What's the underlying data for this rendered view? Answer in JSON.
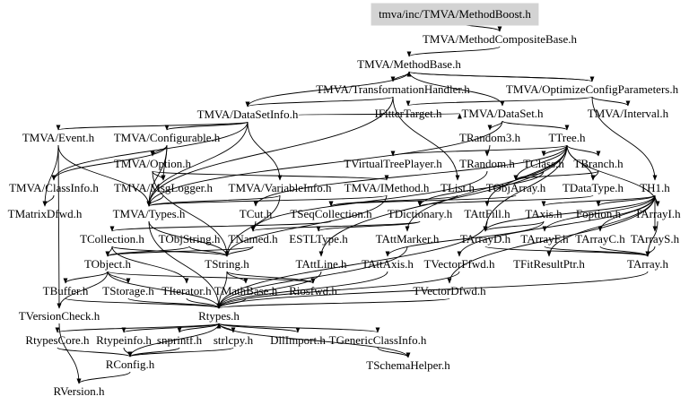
{
  "graph": {
    "root": "tmva/inc/TMVA/MethodBoost.h",
    "root_fill": "#d3d3d3",
    "nodes": [
      {
        "id": "root",
        "label": "tmva/inc/TMVA/MethodBoost.h"
      },
      {
        "id": "mcb",
        "label": "TMVA/MethodCompositeBase.h"
      },
      {
        "id": "mb",
        "label": "TMVA/MethodBase.h"
      },
      {
        "id": "th",
        "label": "TMVA/TransformationHandler.h"
      },
      {
        "id": "ocp",
        "label": "TMVA/OptimizeConfigParameters.h"
      },
      {
        "id": "dsi",
        "label": "TMVA/DataSetInfo.h"
      },
      {
        "id": "ift",
        "label": "IFitterTarget.h"
      },
      {
        "id": "ds",
        "label": "TMVA/DataSet.h"
      },
      {
        "id": "intv",
        "label": "TMVA/Interval.h"
      },
      {
        "id": "ev",
        "label": "TMVA/Event.h"
      },
      {
        "id": "conf",
        "label": "TMVA/Configurable.h"
      },
      {
        "id": "tr3",
        "label": "TRandom3.h"
      },
      {
        "id": "ttree",
        "label": "TTree.h"
      },
      {
        "id": "opt",
        "label": "TMVA/Option.h"
      },
      {
        "id": "tvtp",
        "label": "TVirtualTreePlayer.h"
      },
      {
        "id": "trand",
        "label": "TRandom.h"
      },
      {
        "id": "tclass",
        "label": "TClass.h"
      },
      {
        "id": "tbranch",
        "label": "TBranch.h"
      },
      {
        "id": "ci",
        "label": "TMVA/ClassInfo.h"
      },
      {
        "id": "msg",
        "label": "TMVA/MsgLogger.h"
      },
      {
        "id": "vi",
        "label": "TMVA/VariableInfo.h"
      },
      {
        "id": "im",
        "label": "TMVA/IMethod.h"
      },
      {
        "id": "tlist",
        "label": "TList.h"
      },
      {
        "id": "toa",
        "label": "TObjArray.h"
      },
      {
        "id": "tdt",
        "label": "TDataType.h"
      },
      {
        "id": "th1",
        "label": "TH1.h"
      },
      {
        "id": "tmdf",
        "label": "TMatrixDfwd.h"
      },
      {
        "id": "types",
        "label": "TMVA/Types.h"
      },
      {
        "id": "tcut",
        "label": "TCut.h"
      },
      {
        "id": "tseq",
        "label": "TSeqCollection.h"
      },
      {
        "id": "tdict",
        "label": "TDictionary.h"
      },
      {
        "id": "tafill",
        "label": "TAttFill.h"
      },
      {
        "id": "taxis",
        "label": "TAxis.h"
      },
      {
        "id": "fopt",
        "label": "Foption.h"
      },
      {
        "id": "tai",
        "label": "TArrayI.h"
      },
      {
        "id": "tcoll",
        "label": "TCollection.h"
      },
      {
        "id": "tos",
        "label": "TObjString.h"
      },
      {
        "id": "tnamed",
        "label": "TNamed.h"
      },
      {
        "id": "estl",
        "label": "ESTLType.h"
      },
      {
        "id": "tamark",
        "label": "TAttMarker.h"
      },
      {
        "id": "tad",
        "label": "TArrayD.h"
      },
      {
        "id": "taf",
        "label": "TArrayF.h"
      },
      {
        "id": "tac",
        "label": "TArrayC.h"
      },
      {
        "id": "tas",
        "label": "TArrayS.h"
      },
      {
        "id": "tobj",
        "label": "TObject.h"
      },
      {
        "id": "tstr",
        "label": "TString.h"
      },
      {
        "id": "taline",
        "label": "TAttLine.h"
      },
      {
        "id": "taaxis",
        "label": "TAttAxis.h"
      },
      {
        "id": "tvff",
        "label": "TVectorFfwd.h"
      },
      {
        "id": "tfrp",
        "label": "TFitResultPtr.h"
      },
      {
        "id": "tarr",
        "label": "TArray.h"
      },
      {
        "id": "tbuf",
        "label": "TBuffer.h"
      },
      {
        "id": "tstor",
        "label": "TStorage.h"
      },
      {
        "id": "titer",
        "label": "TIterator.h"
      },
      {
        "id": "tmath",
        "label": "TMathBase.h"
      },
      {
        "id": "rios",
        "label": "Riosfwd.h"
      },
      {
        "id": "tvdf",
        "label": "TVectorDfwd.h"
      },
      {
        "id": "tvc",
        "label": "TVersionCheck.h"
      },
      {
        "id": "rtypes",
        "label": "Rtypes.h"
      },
      {
        "id": "rtc",
        "label": "RtypesCore.h"
      },
      {
        "id": "rti",
        "label": "Rtypeinfo.h"
      },
      {
        "id": "snp",
        "label": "snprintf.h"
      },
      {
        "id": "strl",
        "label": "strlcpy.h"
      },
      {
        "id": "dll",
        "label": "DllImport.h"
      },
      {
        "id": "tgci",
        "label": "TGenericClassInfo.h"
      },
      {
        "id": "rconf",
        "label": "RConfig.h"
      },
      {
        "id": "tsh",
        "label": "TSchemaHelper.h"
      },
      {
        "id": "rver",
        "label": "RVersion.h"
      }
    ],
    "edges": [
      [
        "root",
        "mcb"
      ],
      [
        "mcb",
        "mb"
      ],
      [
        "mb",
        "th"
      ],
      [
        "mb",
        "ocp"
      ],
      [
        "mb",
        "ds"
      ],
      [
        "mb",
        "dsi"
      ],
      [
        "ocp",
        "mb"
      ],
      [
        "ocp",
        "intv"
      ],
      [
        "ocp",
        "ift"
      ],
      [
        "ocp",
        "th1"
      ],
      [
        "th",
        "dsi"
      ],
      [
        "th",
        "types"
      ],
      [
        "th",
        "tlist"
      ],
      [
        "dsi",
        "ev"
      ],
      [
        "dsi",
        "conf"
      ],
      [
        "dsi",
        "ci"
      ],
      [
        "dsi",
        "vi"
      ],
      [
        "dsi",
        "ds"
      ],
      [
        "dsi",
        "types"
      ],
      [
        "ds",
        "ttree"
      ],
      [
        "ds",
        "tr3"
      ],
      [
        "ds",
        "types"
      ],
      [
        "conf",
        "opt"
      ],
      [
        "conf",
        "msg"
      ],
      [
        "conf",
        "ci"
      ],
      [
        "conf",
        "types"
      ],
      [
        "ev",
        "tmdf"
      ],
      [
        "ev",
        "types"
      ],
      [
        "ev",
        "tvc"
      ],
      [
        "opt",
        "msg"
      ],
      [
        "opt",
        "im"
      ],
      [
        "opt",
        "tstr"
      ],
      [
        "ci",
        "tmdf"
      ],
      [
        "msg",
        "types"
      ],
      [
        "vi",
        "types"
      ],
      [
        "vi",
        "tstr"
      ],
      [
        "im",
        "types"
      ],
      [
        "im",
        "tstr"
      ],
      [
        "tr3",
        "trand"
      ],
      [
        "trand",
        "tnamed"
      ],
      [
        "ttree",
        "tbranch"
      ],
      [
        "ttree",
        "tclass"
      ],
      [
        "ttree",
        "toa"
      ],
      [
        "ttree",
        "tdt"
      ],
      [
        "ttree",
        "tvtp"
      ],
      [
        "ttree",
        "tcut"
      ],
      [
        "ttree",
        "tafill"
      ],
      [
        "ttree",
        "tamark"
      ],
      [
        "ttree",
        "taline"
      ],
      [
        "ttree",
        "tai"
      ],
      [
        "ttree",
        "tad"
      ],
      [
        "tbranch",
        "toa"
      ],
      [
        "tbranch",
        "tdt"
      ],
      [
        "tclass",
        "toa"
      ],
      [
        "tclass",
        "tdict"
      ],
      [
        "tdt",
        "tdict"
      ],
      [
        "toa",
        "tseq"
      ],
      [
        "tlist",
        "tseq"
      ],
      [
        "tseq",
        "tcoll"
      ],
      [
        "tcoll",
        "tobj"
      ],
      [
        "tcoll",
        "titer"
      ],
      [
        "tcoll",
        "tstr"
      ],
      [
        "th1",
        "taxis"
      ],
      [
        "th1",
        "fopt"
      ],
      [
        "th1",
        "tai"
      ],
      [
        "th1",
        "tac"
      ],
      [
        "th1",
        "tas"
      ],
      [
        "th1",
        "taf"
      ],
      [
        "th1",
        "tad"
      ],
      [
        "th1",
        "tfrp"
      ],
      [
        "th1",
        "tvff"
      ],
      [
        "th1",
        "tvdf"
      ],
      [
        "taxis",
        "taaxis"
      ],
      [
        "taxis",
        "tad"
      ],
      [
        "tai",
        "tarr"
      ],
      [
        "tac",
        "tarr"
      ],
      [
        "tas",
        "tarr"
      ],
      [
        "taf",
        "tarr"
      ],
      [
        "tad",
        "tarr"
      ],
      [
        "tdict",
        "tnamed"
      ],
      [
        "tdict",
        "estl"
      ],
      [
        "tnamed",
        "tobj"
      ],
      [
        "tnamed",
        "tstr"
      ],
      [
        "tos",
        "tobj"
      ],
      [
        "tos",
        "tstr"
      ],
      [
        "tcut",
        "tnamed"
      ],
      [
        "types",
        "tstr"
      ],
      [
        "types",
        "rtypes"
      ],
      [
        "tobj",
        "tbuf"
      ],
      [
        "tobj",
        "tstor"
      ],
      [
        "tobj",
        "rtypes"
      ],
      [
        "tobj",
        "tvc"
      ],
      [
        "tobj",
        "rios"
      ],
      [
        "tstr",
        "tmath"
      ],
      [
        "tstr",
        "rios"
      ],
      [
        "tstr",
        "rtypes"
      ],
      [
        "tafill",
        "rtypes"
      ],
      [
        "tamark",
        "rtypes"
      ],
      [
        "taline",
        "rtypes"
      ],
      [
        "taaxis",
        "rtypes"
      ],
      [
        "tarr",
        "rtypes"
      ],
      [
        "tvff",
        "rtypes"
      ],
      [
        "tvdf",
        "rtypes"
      ],
      [
        "tbuf",
        "rtypes"
      ],
      [
        "tstor",
        "rtypes"
      ],
      [
        "titer",
        "rtypes"
      ],
      [
        "tmath",
        "rtypes"
      ],
      [
        "tvc",
        "rver"
      ],
      [
        "rtypes",
        "rtc"
      ],
      [
        "rtypes",
        "rti"
      ],
      [
        "rtypes",
        "snp"
      ],
      [
        "rtypes",
        "strl"
      ],
      [
        "rtypes",
        "dll"
      ],
      [
        "rtypes",
        "tgci"
      ],
      [
        "rtypes",
        "rconf"
      ],
      [
        "rtc",
        "rconf"
      ],
      [
        "rti",
        "rconf"
      ],
      [
        "snp",
        "rconf"
      ],
      [
        "strl",
        "rconf"
      ],
      [
        "tgci",
        "tsh"
      ],
      [
        "tsh",
        "rtypes"
      ],
      [
        "rconf",
        "rver"
      ]
    ]
  }
}
